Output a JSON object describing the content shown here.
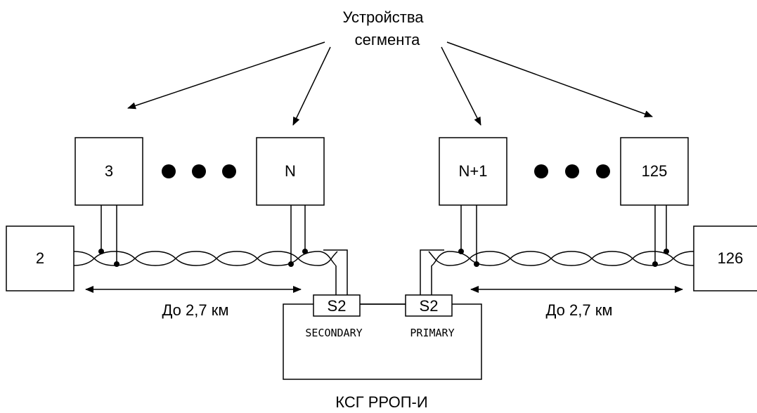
{
  "labels": {
    "segment_devices_line1": "Устройства",
    "segment_devices_line2": "сегмента",
    "distance_left": "До 2,7 км",
    "distance_right": "До 2,7 км",
    "secondary": "SECONDARY",
    "primary": "PRIMARY",
    "hub_name": "КСГ РРОП-И"
  },
  "devices": {
    "dev2": "2",
    "dev3": "3",
    "devN": "N",
    "devN1": "N+1",
    "dev125": "125",
    "dev126": "126"
  },
  "ports": {
    "secondary_port": "S2",
    "primary_port": "S2"
  }
}
